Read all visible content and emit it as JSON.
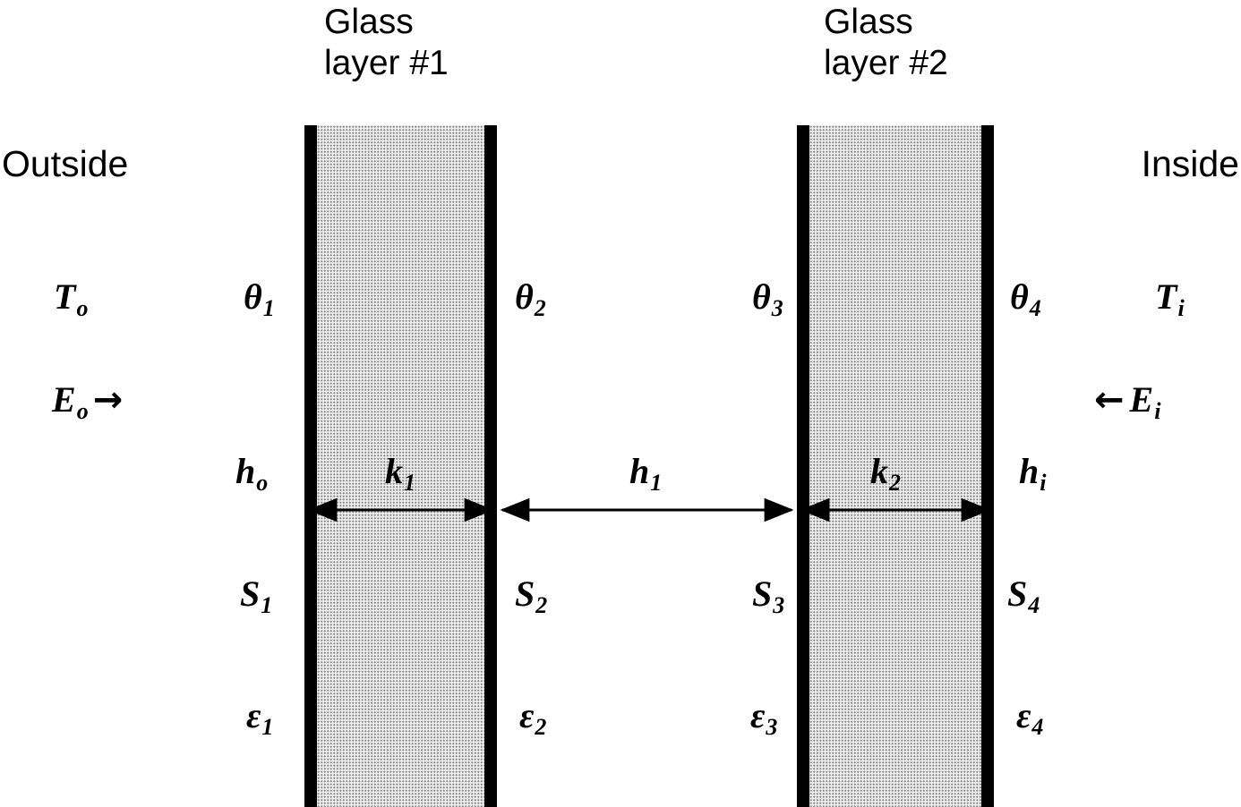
{
  "diagram": {
    "glass1_title": [
      "Glass",
      "layer #1"
    ],
    "glass2_title": [
      "Glass",
      "layer #2"
    ],
    "outside": "Outside",
    "inside": "Inside",
    "symbols": {
      "To": {
        "base": "T",
        "sub": "o"
      },
      "Ti": {
        "base": "T",
        "sub": "i"
      },
      "Eo": {
        "base": "E",
        "sub": "o",
        "arrow": "→"
      },
      "Ei": {
        "base": "E",
        "sub": "i",
        "arrow": "←"
      },
      "theta1": {
        "base": "θ",
        "sub": "1"
      },
      "theta2": {
        "base": "θ",
        "sub": "2"
      },
      "theta3": {
        "base": "θ",
        "sub": "3"
      },
      "theta4": {
        "base": "θ",
        "sub": "4"
      },
      "ho": {
        "base": "h",
        "sub": "o"
      },
      "k1": {
        "base": "k",
        "sub": "1"
      },
      "h1": {
        "base": "h",
        "sub": "1"
      },
      "k2": {
        "base": "k",
        "sub": "2"
      },
      "hi": {
        "base": "h",
        "sub": "i"
      },
      "S1": {
        "base": "S",
        "sub": "1"
      },
      "S2": {
        "base": "S",
        "sub": "2"
      },
      "S3": {
        "base": "S",
        "sub": "3"
      },
      "S4": {
        "base": "S",
        "sub": "4"
      },
      "eps1": {
        "base": "ε",
        "sub": "1"
      },
      "eps2": {
        "base": "ε",
        "sub": "2"
      },
      "eps3": {
        "base": "ε",
        "sub": "3"
      },
      "eps4": {
        "base": "ε",
        "sub": "4"
      }
    }
  }
}
